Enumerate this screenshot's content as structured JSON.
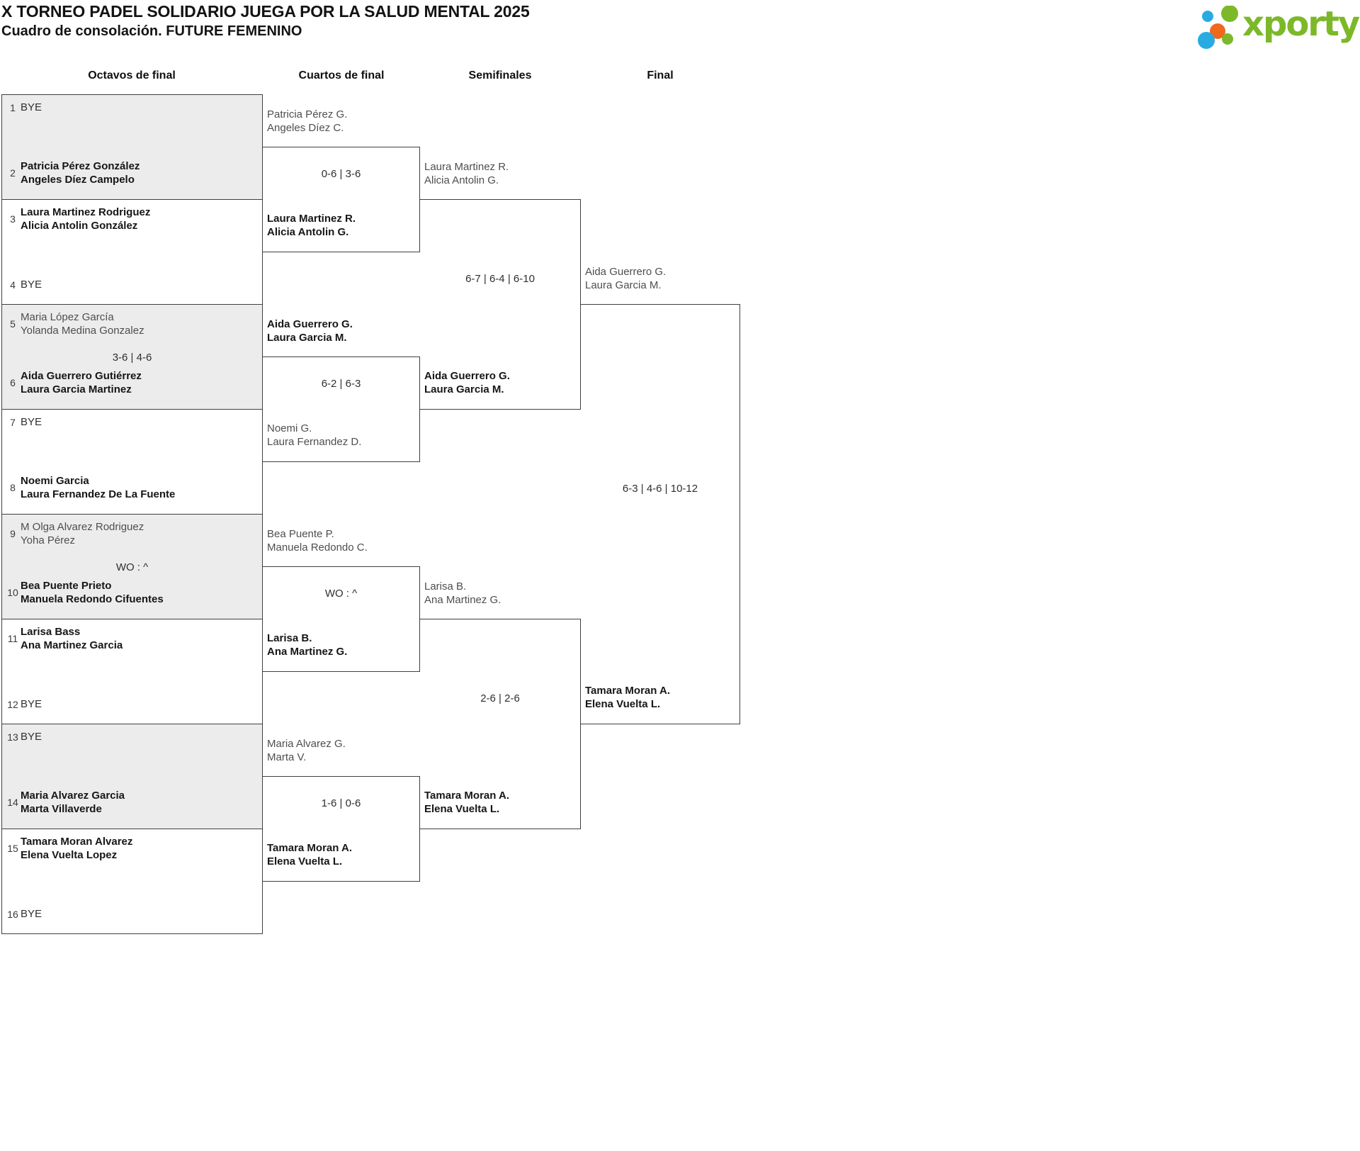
{
  "header": {
    "title": "X TORNEO PADEL SOLIDARIO JUEGA POR LA SALUD MENTAL 2025",
    "subtitle": "Cuadro de consolación. FUTURE FEMENINO",
    "logo": {
      "text": "xporty",
      "colors": {
        "green": "#7cb829",
        "blue": "#29abe2",
        "orange": "#f0681e"
      }
    }
  },
  "columns": [
    "Octavos de final",
    "Cuartos de final",
    "Semifinales",
    "Final"
  ],
  "bracket": {
    "octavos": [
      {
        "shade": "gray",
        "top": {
          "seed": "1",
          "lines": [
            "BYE"
          ],
          "result": "bye"
        },
        "bottom": {
          "seed": "2",
          "lines": [
            "Patricia Pérez González",
            "Angeles Díez Campelo"
          ],
          "result": "winner"
        },
        "score": ""
      },
      {
        "shade": "white",
        "top": {
          "seed": "3",
          "lines": [
            "Laura Martinez Rodriguez",
            "Alicia Antolin González"
          ],
          "result": "winner"
        },
        "bottom": {
          "seed": "4",
          "lines": [
            "BYE"
          ],
          "result": "bye"
        },
        "score": ""
      },
      {
        "shade": "gray",
        "top": {
          "seed": "5",
          "lines": [
            "Maria López García",
            "Yolanda Medina Gonzalez"
          ],
          "result": "loser"
        },
        "bottom": {
          "seed": "6",
          "lines": [
            "Aida Guerrero Gutiérrez",
            "Laura Garcia Martinez"
          ],
          "result": "winner"
        },
        "score": "3-6 | 4-6"
      },
      {
        "shade": "white",
        "top": {
          "seed": "7",
          "lines": [
            "BYE"
          ],
          "result": "bye"
        },
        "bottom": {
          "seed": "8",
          "lines": [
            "Noemi Garcia",
            "Laura Fernandez De La Fuente"
          ],
          "result": "winner"
        },
        "score": ""
      },
      {
        "shade": "gray",
        "top": {
          "seed": "9",
          "lines": [
            "M Olga Alvarez Rodriguez",
            "Yoha Pérez"
          ],
          "result": "loser"
        },
        "bottom": {
          "seed": "10",
          "lines": [
            "Bea Puente Prieto",
            "Manuela Redondo Cifuentes"
          ],
          "result": "winner"
        },
        "score": "WO : ^"
      },
      {
        "shade": "white",
        "top": {
          "seed": "11",
          "lines": [
            "Larisa Bass",
            "Ana Martinez Garcia"
          ],
          "result": "winner"
        },
        "bottom": {
          "seed": "12",
          "lines": [
            "BYE"
          ],
          "result": "bye"
        },
        "score": ""
      },
      {
        "shade": "gray",
        "top": {
          "seed": "13",
          "lines": [
            "BYE"
          ],
          "result": "bye"
        },
        "bottom": {
          "seed": "14",
          "lines": [
            "Maria Alvarez Garcia",
            "Marta Villaverde"
          ],
          "result": "winner"
        },
        "score": ""
      },
      {
        "shade": "white",
        "top": {
          "seed": "15",
          "lines": [
            "Tamara Moran Alvarez",
            "Elena Vuelta Lopez"
          ],
          "result": "winner"
        },
        "bottom": {
          "seed": "16",
          "lines": [
            "BYE"
          ],
          "result": "bye"
        },
        "score": ""
      }
    ],
    "cuartos": [
      {
        "top": {
          "lines": [
            "Patricia Pérez G.",
            "Angeles Díez C."
          ],
          "result": "loser"
        },
        "bottom": {
          "lines": [
            "Laura Martinez R.",
            "Alicia Antolin G."
          ],
          "result": "winner"
        },
        "score": "0-6 | 3-6"
      },
      {
        "top": {
          "lines": [
            "Aida Guerrero G.",
            "Laura Garcia M."
          ],
          "result": "winner"
        },
        "bottom": {
          "lines": [
            "Noemi G.",
            "Laura Fernandez D."
          ],
          "result": "loser"
        },
        "score": "6-2 | 6-3"
      },
      {
        "top": {
          "lines": [
            "Bea Puente P.",
            "Manuela Redondo C."
          ],
          "result": "loser"
        },
        "bottom": {
          "lines": [
            "Larisa B.",
            "Ana Martinez G."
          ],
          "result": "winner"
        },
        "score": "WO : ^"
      },
      {
        "top": {
          "lines": [
            "Maria Alvarez G.",
            "Marta V."
          ],
          "result": "loser"
        },
        "bottom": {
          "lines": [
            "Tamara Moran A.",
            "Elena Vuelta L."
          ],
          "result": "winner"
        },
        "score": "1-6 | 0-6"
      }
    ],
    "semifinales": [
      {
        "top": {
          "lines": [
            "Laura Martinez R.",
            "Alicia Antolin G."
          ],
          "result": "loser"
        },
        "bottom": {
          "lines": [
            "Aida Guerrero G.",
            "Laura Garcia M."
          ],
          "result": "winner"
        },
        "score": "6-7 | 6-4 | 6-10"
      },
      {
        "top": {
          "lines": [
            "Larisa B.",
            "Ana Martinez G."
          ],
          "result": "loser"
        },
        "bottom": {
          "lines": [
            "Tamara Moran A.",
            "Elena Vuelta L."
          ],
          "result": "winner"
        },
        "score": "2-6 | 2-6"
      }
    ],
    "final": [
      {
        "top": {
          "lines": [
            "Aida Guerrero G.",
            "Laura Garcia M."
          ],
          "result": "loser"
        },
        "bottom": {
          "lines": [
            "Tamara Moran A.",
            "Elena Vuelta L."
          ],
          "result": "winner"
        },
        "score": "6-3 | 4-6 | 10-12"
      }
    ]
  }
}
